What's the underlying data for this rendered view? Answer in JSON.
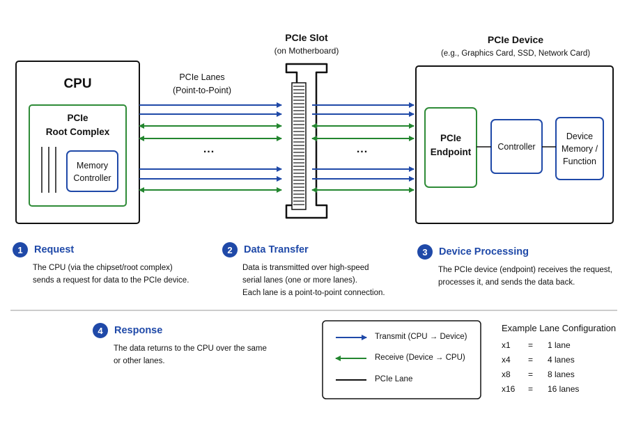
{
  "colors": {
    "transmit": "#1f49a8",
    "receive": "#23862f",
    "box_green": "#2e8b37",
    "box_blue": "#1f49a8",
    "text": "#111111"
  },
  "slot": {
    "title": "PCIe Slot",
    "subtitle": "(on Motherboard)"
  },
  "device": {
    "title": "PCIe Device",
    "subtitle": "(e.g., Graphics Card, SSD, Network Card)",
    "endpoint_line1": "PCIe",
    "endpoint_line2": "Endpoint",
    "controller": "Controller",
    "memory_line1": "Device",
    "memory_line2": "Memory /",
    "memory_line3": "Function"
  },
  "cpu": {
    "title": "CPU",
    "root_line1": "PCIe",
    "root_line2": "Root Complex",
    "memctl_line1": "Memory",
    "memctl_line2": "Controller"
  },
  "lanes": {
    "label_line1": "PCIe Lanes",
    "label_line2": "(Point-to-Point)",
    "ellipsis": "..."
  },
  "lane_pattern": [
    "transmit",
    "transmit",
    "receive",
    "receive",
    "transmit",
    "transmit",
    "receive"
  ],
  "steps": [
    {
      "num": "1",
      "title": "Request",
      "desc_line1": "The CPU (via the chipset/root complex)",
      "desc_line2": "sends a request for data to the PCIe device.",
      "desc_line3": ""
    },
    {
      "num": "2",
      "title": "Data Transfer",
      "desc_line1": "Data is transmitted over high-speed",
      "desc_line2": "serial lanes (one or more lanes).",
      "desc_line3": "Each lane is a point-to-point connection."
    },
    {
      "num": "3",
      "title": "Device Processing",
      "desc_line1": "The PCIe device (endpoint) receives the request,",
      "desc_line2": "processes it, and sends the data back.",
      "desc_line3": ""
    },
    {
      "num": "4",
      "title": "Response",
      "desc_line1": "The data returns to the CPU over the same",
      "desc_line2": "or other lanes.",
      "desc_line3": ""
    }
  ],
  "legend": {
    "transmit": "Transmit (CPU → Device)",
    "receive": "Receive (Device → CPU)",
    "lane": "PCIe Lane"
  },
  "lane_config": {
    "title": "Example Lane Configuration",
    "rows": [
      {
        "lane": "x1",
        "eq": "=",
        "count": "1 lane"
      },
      {
        "lane": "x4",
        "eq": "=",
        "count": "4 lanes"
      },
      {
        "lane": "x8",
        "eq": "=",
        "count": "8 lanes"
      },
      {
        "lane": "x16",
        "eq": "=",
        "count": "16 lanes"
      }
    ]
  }
}
